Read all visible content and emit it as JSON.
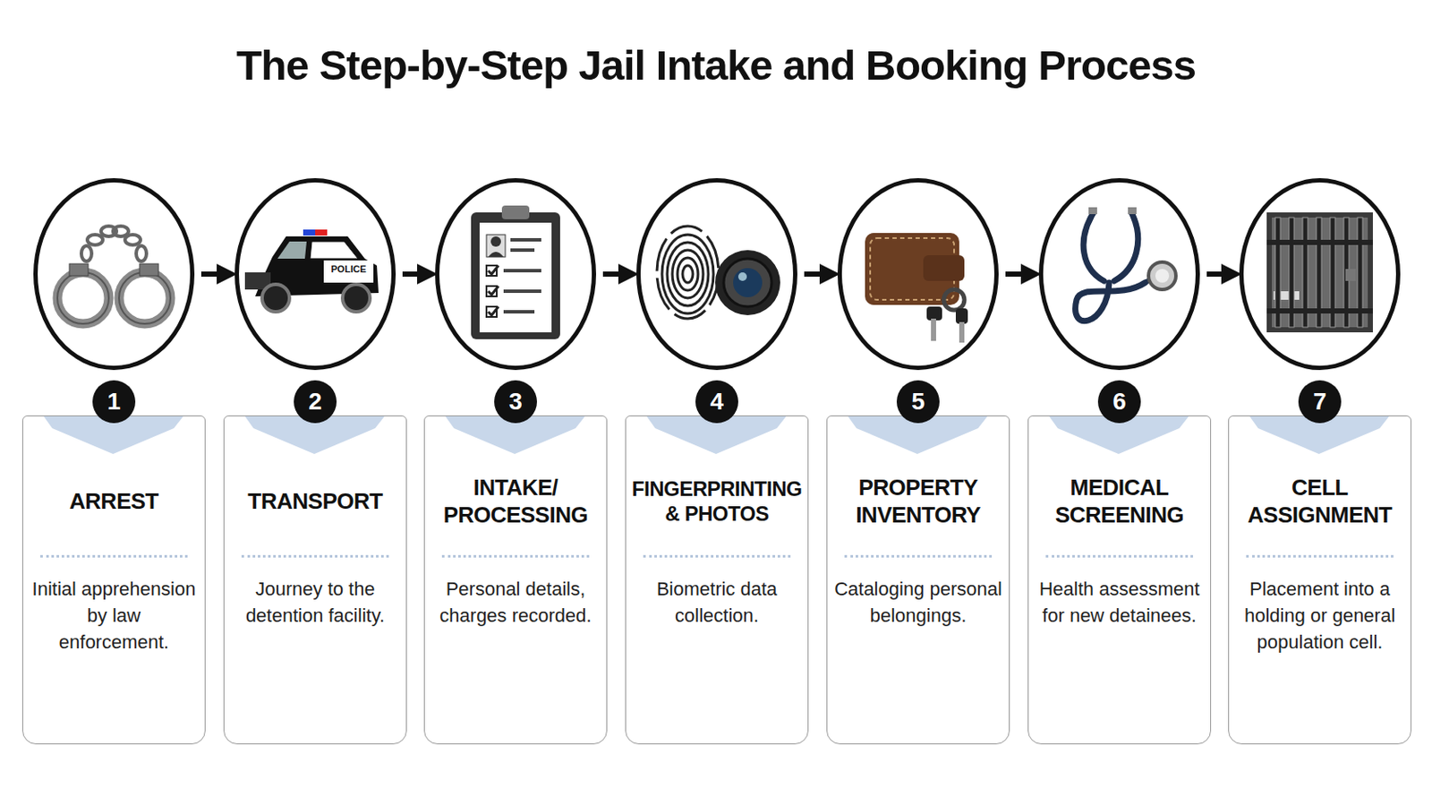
{
  "diagram": {
    "title": "The Step-by-Step Jail Intake and Booking Process",
    "nodes": [
      {
        "text": [
          "1"
        ]
      },
      {
        "text": [
          "ARREST",
          "Initial apprehension by law enforcement."
        ]
      },
      {
        "text": [
          "2"
        ]
      },
      {
        "text": [
          "TRANSPORT",
          "Journey to the detention facility."
        ]
      },
      {
        "text": [
          "3"
        ]
      },
      {
        "text": [
          "INTAKE/ PROCESSING",
          "Personal details, charges recorded."
        ]
      },
      {
        "text": [
          "4"
        ]
      },
      {
        "text": [
          "FINGERPRINTING & PHOTOS",
          "Biometric data collection."
        ]
      },
      {
        "text": [
          "5"
        ]
      },
      {
        "text": [
          "PROPERTY INVENTORY",
          "Cataloging personal belongings."
        ]
      },
      {
        "text": [
          "6"
        ]
      },
      {
        "text": [
          "MEDICAL SCREENING",
          "Health assessment for new detainees."
        ]
      },
      {
        "text": [
          "7"
        ]
      },
      {
        "text": [
          "CELL ASSIGNMENT",
          "Placement into a holding or general population cell."
        ]
      }
    ],
    "edges": [
      {
        "from": 0,
        "to": 2,
        "arrow": "to"
      },
      {
        "from": 2,
        "to": 4,
        "arrow": "to"
      },
      {
        "from": 4,
        "to": 6,
        "arrow": "to"
      },
      {
        "from": 6,
        "to": 8,
        "arrow": "to"
      },
      {
        "from": 8,
        "to": 10,
        "arrow": "to"
      },
      {
        "from": 10,
        "to": 12,
        "arrow": "to"
      }
    ],
    "labels": [
      "POLICE"
    ]
  }
}
